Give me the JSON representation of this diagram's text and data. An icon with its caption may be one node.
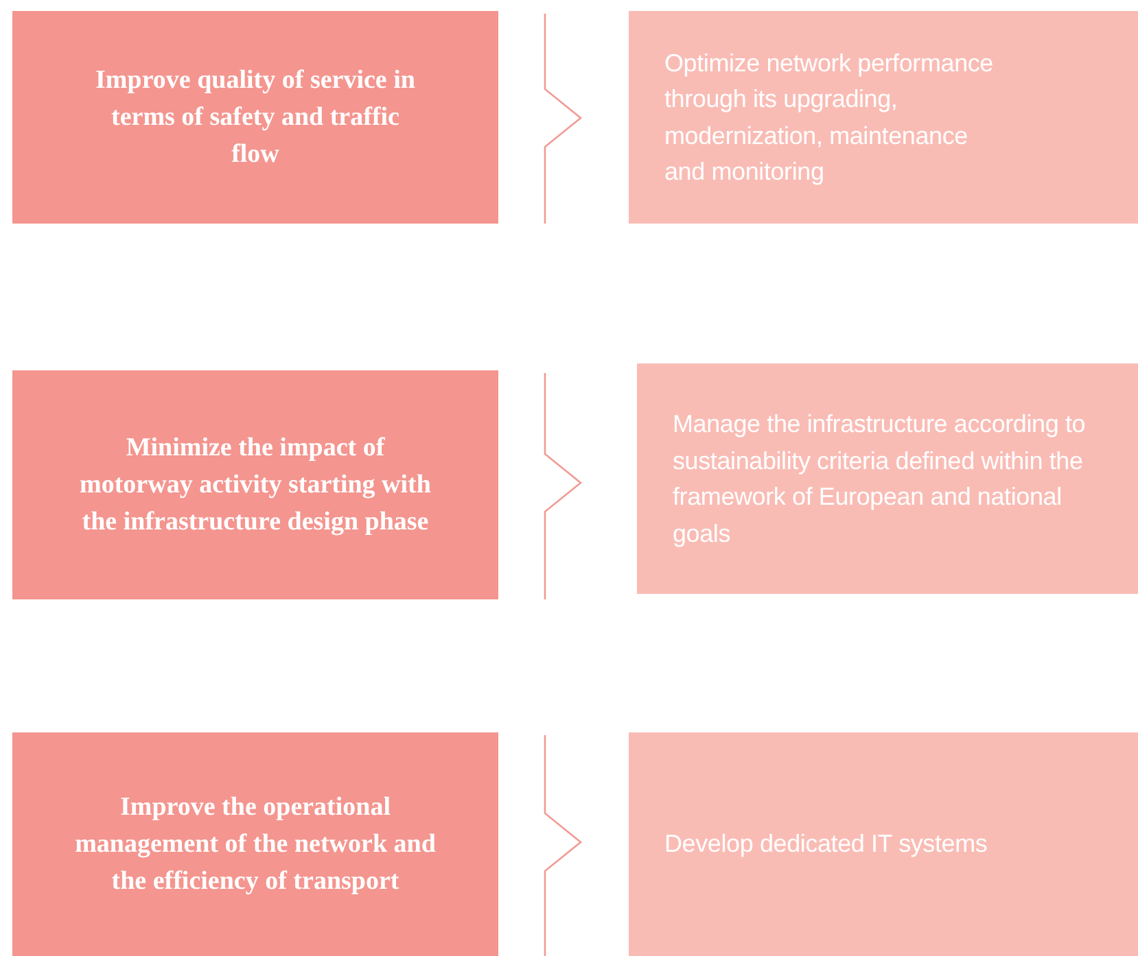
{
  "diagram": {
    "nodes": [
      {
        "text": [
          "Improve quality of service in terms of safety and traffic flow"
        ]
      },
      {
        "text": [
          "Optimize network performance through its upgrading, modernization, maintenance and monitoring"
        ]
      },
      {
        "text": [
          "Minimize the impact of motorway activity starting with the infrastructure design phase"
        ]
      },
      {
        "text": [
          "Manage the infrastructure according to sustainability criteria defined within the framework of European and national goals"
        ]
      },
      {
        "text": [
          "Improve the operational management of the network and the efficiency of transport"
        ]
      },
      {
        "text": [
          "Develop dedicated IT systems"
        ]
      }
    ]
  }
}
